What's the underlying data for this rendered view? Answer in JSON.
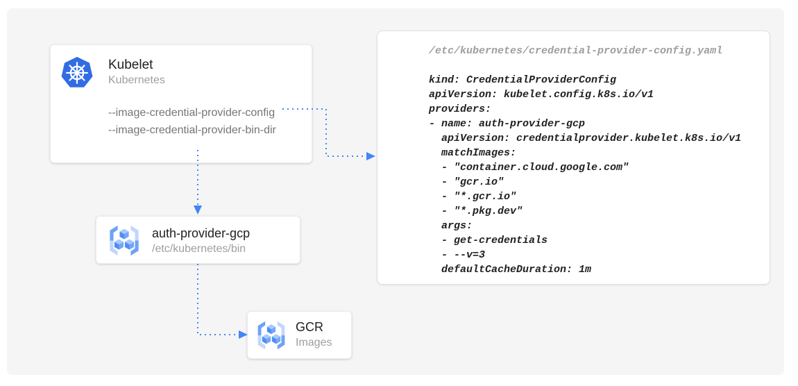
{
  "diagram": {
    "kubelet_card": {
      "title": "Kubelet",
      "subtitle": "Kubernetes",
      "flags": [
        "--image-credential-provider-config",
        "--image-credential-provider-bin-dir"
      ]
    },
    "auth_card": {
      "title": "auth-provider-gcp",
      "subtitle": "/etc/kubernetes/bin"
    },
    "gcr_card": {
      "title": "GCR",
      "subtitle": "Images"
    },
    "code_panel": {
      "title": "/etc/kubernetes/credential-provider-config.yaml",
      "lines": [
        "kind: CredentialProviderConfig",
        "apiVersion: kubelet.config.k8s.io/v1",
        "providers:",
        "- name: auth-provider-gcp",
        "  apiVersion: credentialprovider.kubelet.k8s.io/v1",
        "  matchImages:",
        "  - \"container.cloud.google.com\"",
        "  - \"gcr.io\"",
        "  - \"*.gcr.io\"",
        "  - \"*.pkg.dev\"",
        "  args:",
        "  - get-credentials",
        "  - --v=3",
        "  defaultCacheDuration: 1m"
      ]
    },
    "icons": {
      "kubelet_card": "kubernetes-helm-icon",
      "auth_card": "container-registry-icon",
      "gcr_card": "container-registry-icon"
    },
    "colors": {
      "arrow_blue": "#4285f4",
      "kubernetes_blue": "#326ce5",
      "canvas_gray": "#f5f5f5",
      "title_text": "#212121",
      "muted_text": "#9e9e9e",
      "flag_text": "#757575"
    }
  }
}
